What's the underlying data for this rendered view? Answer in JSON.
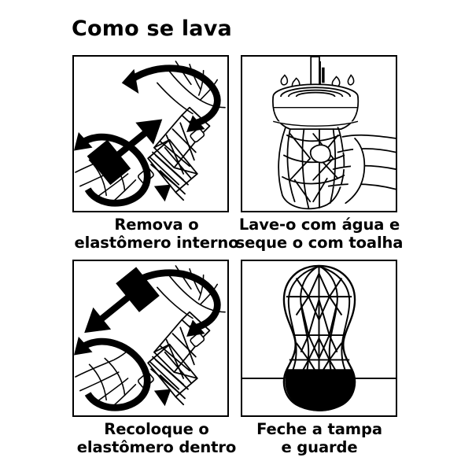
{
  "page": {
    "title": "Como se lava",
    "background_color": "#ffffff",
    "ink_color": "#000000",
    "layout": "2x2 instructional panel grid"
  },
  "panels": [
    {
      "index": 1,
      "illustration_name": "hands-removing-elastomer-sleeve",
      "illustration_description": "Two hands gripping the cup, a bold straight arrow pointing up-right and two bold curved rotation arrows encircling the device",
      "caption_line1": "Remova o",
      "caption_line2": "elastômero interno"
    },
    {
      "index": 2,
      "illustration_name": "hand-washing-sleeve-under-water",
      "illustration_description": "A hand holding the elastomer sleeve under a vertical stream of running water with splashing droplets",
      "caption_line1": "Lave-o com água e",
      "caption_line2": "seque o com toalha"
    },
    {
      "index": 3,
      "illustration_name": "hands-reinserting-elastomer-sleeve",
      "illustration_description": "Two hands gripping the cup, a bold straight arrow pointing down-left and two bold curved rotation arrows encircling the device",
      "caption_line1": "Recoloque o",
      "caption_line2": "elastômero dentro"
    },
    {
      "index": 4,
      "illustration_name": "closed-cup-standing-on-surface",
      "illustration_description": "The assembled cup with its wireframe lattice pattern standing upright with a solid black base on a horizontal surface line",
      "caption_line1": "Feche a tampa",
      "caption_line2": "e guarde"
    }
  ]
}
